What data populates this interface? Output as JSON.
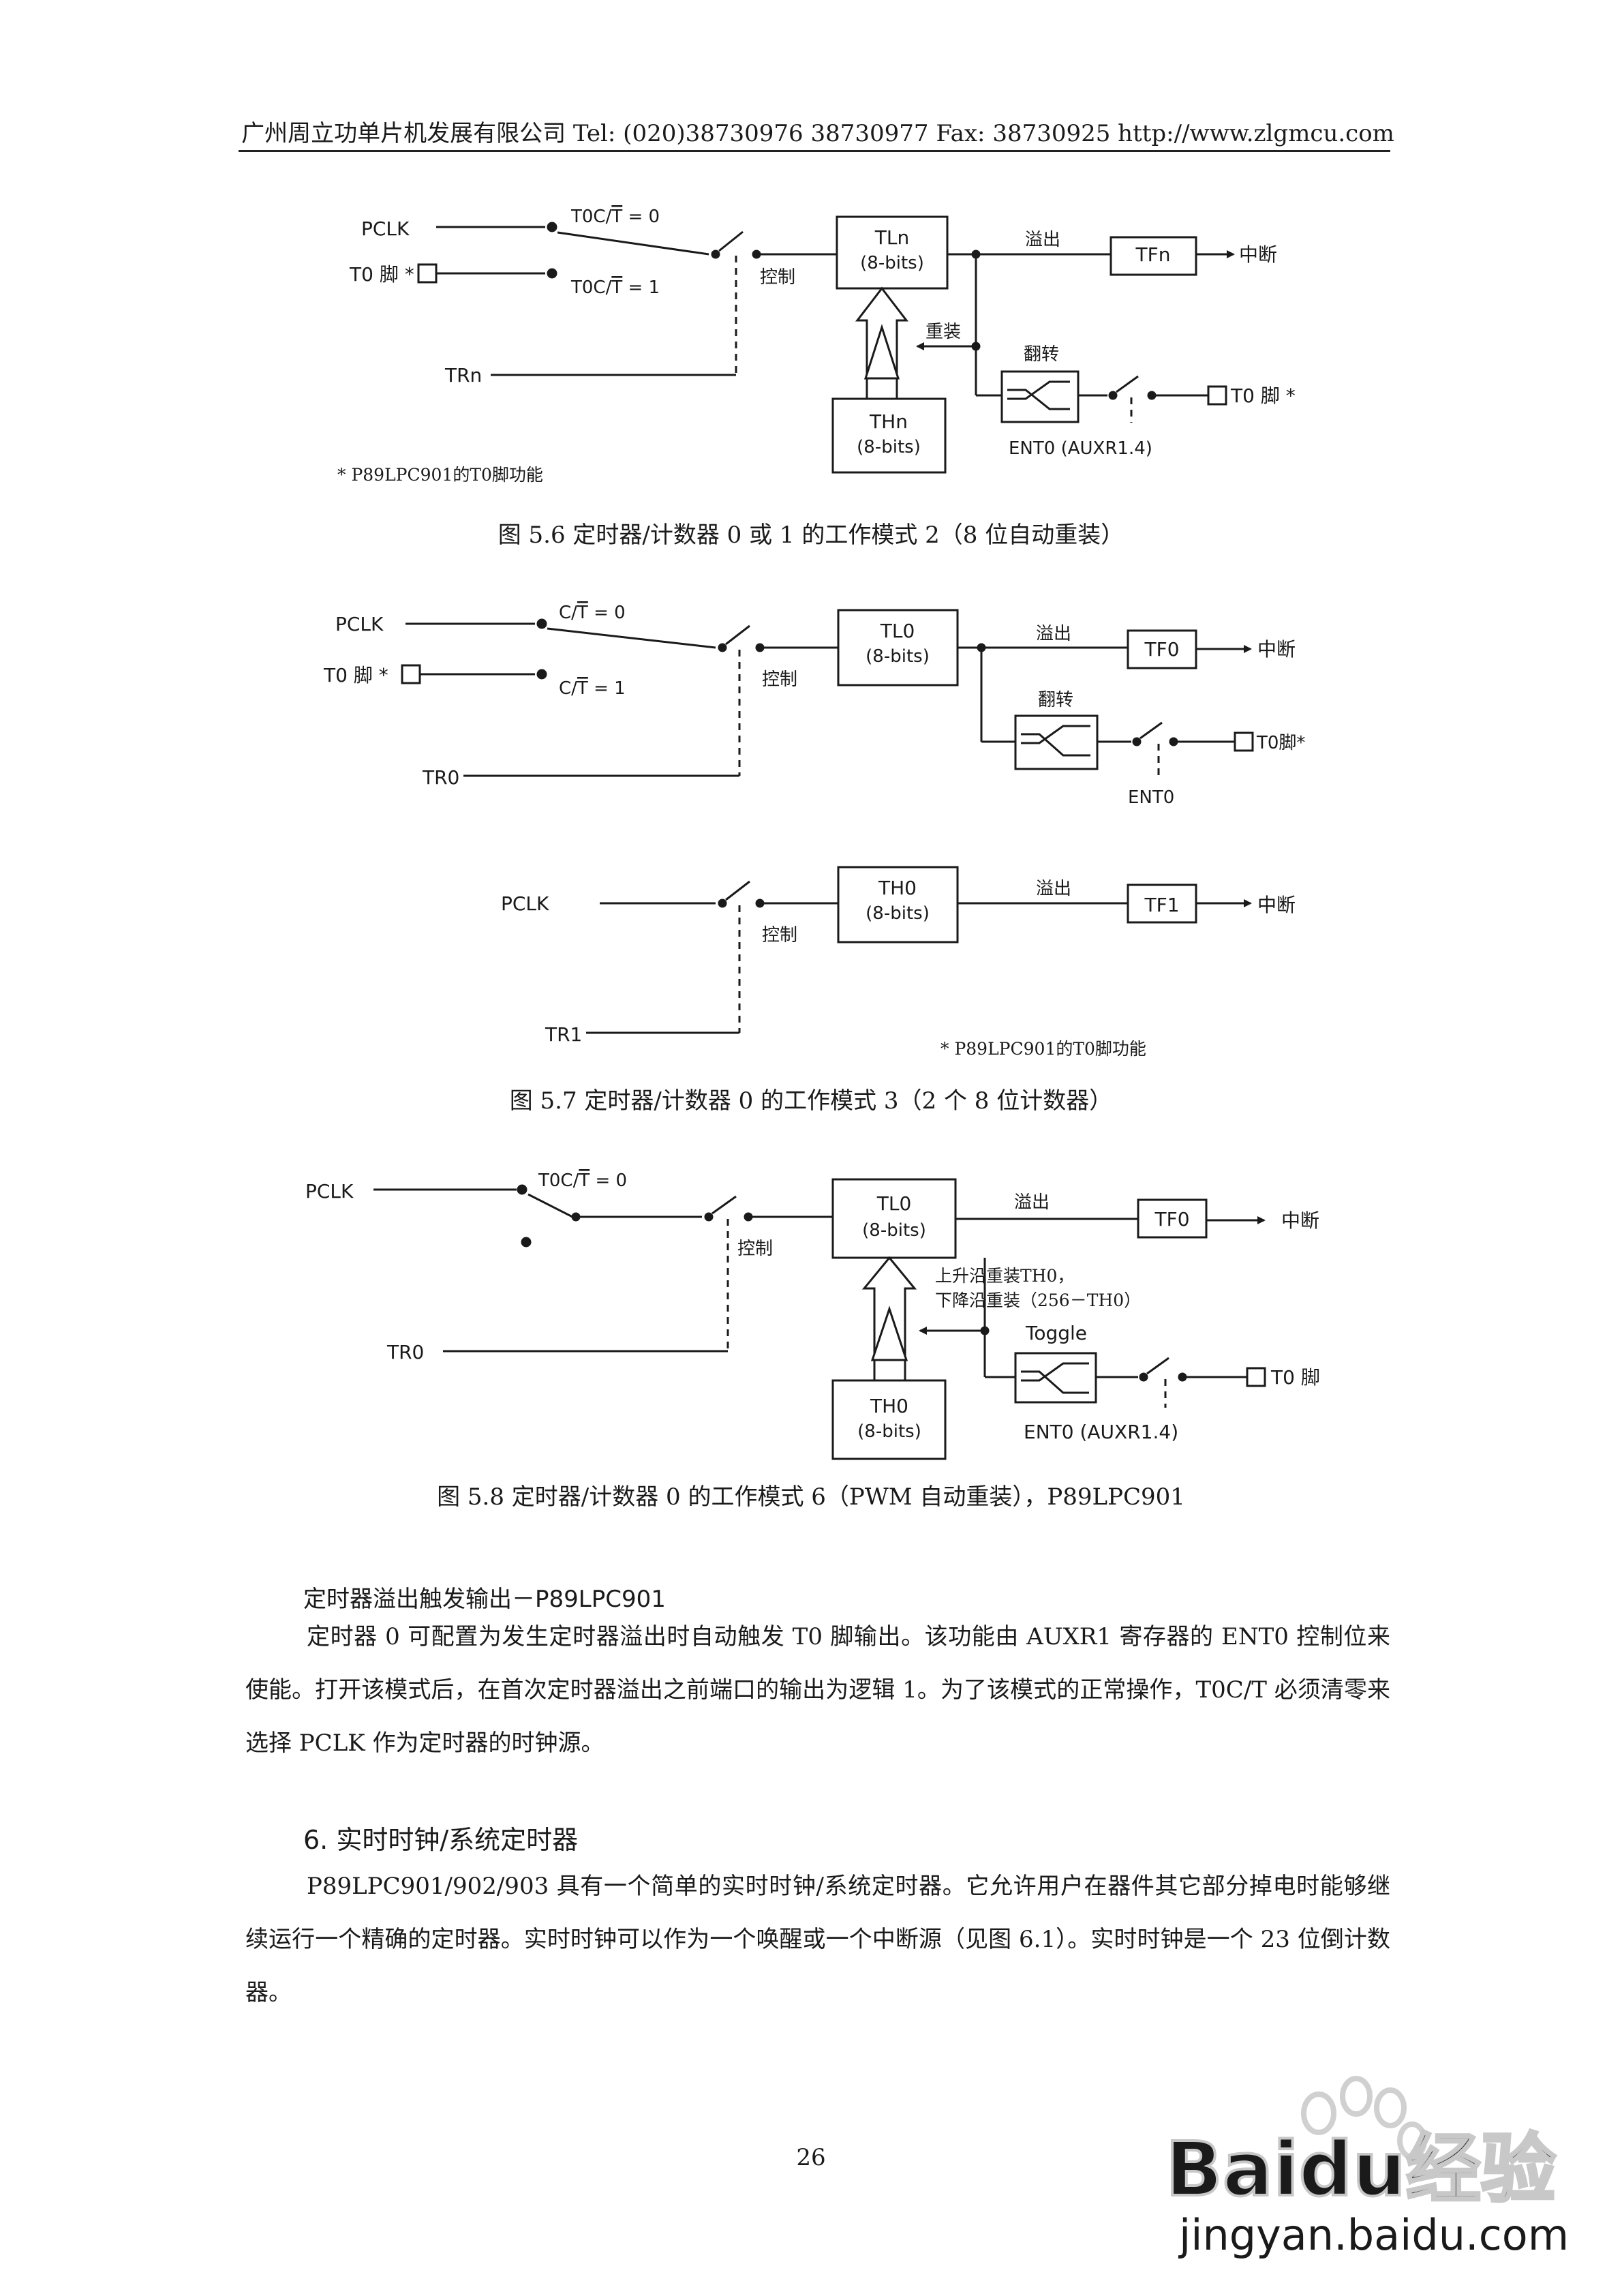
{
  "header": {
    "text": "广州周立功单片机发展有限公司  Tel: (020)38730976    38730977    Fax: 38730925    http://www.zlgmcu.com"
  },
  "fig56": {
    "pclk": "PCLK",
    "t0pin": "T0 脚 *",
    "sw0": "T0C/T = 0",
    "sw1": "T0C/T = 1",
    "ctrl": "控制",
    "trn": "TRn",
    "tl": "TLn",
    "tl_bits": "(8-bits)",
    "th": "THn",
    "th_bits": "(8-bits)",
    "reload": "重装",
    "overflow": "溢出",
    "tf": "TFn",
    "irq": "中断",
    "toggle": "翻转",
    "ent0": "ENT0 (AUXR1.4)",
    "outpin": "T0 脚 *",
    "note": "*  P89LPC901的T0脚功能",
    "caption": "图 5.6    定时器/计数器 0 或 1 的工作模式 2（8 位自动重装）"
  },
  "fig57": {
    "pclk": "PCLK",
    "t0pin": "T0 脚 *",
    "sw0": "C/T = 0",
    "sw1": "C/T = 1",
    "ctrl": "控制",
    "tr0": "TR0",
    "tl": "TL0",
    "tl_bits": "(8-bits)",
    "overflow": "溢出",
    "tf0": "TF0",
    "irq": "中断",
    "toggle": "翻转",
    "ent0": "ENT0",
    "outpin": "T0脚*",
    "pclk2": "PCLK",
    "ctrl2": "控制",
    "tr1": "TR1",
    "th": "TH0",
    "th_bits": "(8-bits)",
    "overflow2": "溢出",
    "tf1": "TF1",
    "irq2": "中断",
    "note": "*  P89LPC901的T0脚功能",
    "caption": "图 5.7    定时器/计数器 0 的工作模式 3（2 个 8 位计数器）"
  },
  "fig58": {
    "pclk": "PCLK",
    "sw0": "T0C/T = 0",
    "ctrl": "控制",
    "tr0": "TR0",
    "tl": "TL0",
    "tl_bits": "(8-bits)",
    "overflow": "溢出",
    "tf0": "TF0",
    "irq": "中断",
    "rise": "上升沿重装TH0，",
    "fall": "下降沿重装（256－TH0）",
    "toggle": "Toggle",
    "th": "TH0",
    "th_bits": "(8-bits)",
    "ent0": "ENT0 (AUXR1.4)",
    "outpin": "T0 脚",
    "caption": "图 5.8    定时器/计数器 0 的工作模式 6（PWM 自动重装），P89LPC901"
  },
  "section_small": "定时器溢出触发输出－P89LPC901",
  "para1": "定时器 0 可配置为发生定时器溢出时自动触发 T0 脚输出。该功能由 AUXR1 寄存器的 ENT0 控制位来使能。打开该模式后，在首次定时器溢出之前端口的输出为逻辑  1。为了该模式的正常操作，T0C/T 必须清零来选择 PCLK 作为定时器的时钟源。",
  "section6": "6.  实时时钟/系统定时器",
  "para2": "P89LPC901/902/903 具有一个简单的实时时钟/系统定时器。它允许用户在器件其它部分掉电时能够继续运行一个精确的定时器。实时时钟可以作为一个唤醒或一个中断源（见图 6.1）。实时时钟是一个 23 位倒计数器。",
  "page_number": "26",
  "watermark": {
    "brand": "Baidu经验",
    "url": "jingyan.baidu.com"
  }
}
